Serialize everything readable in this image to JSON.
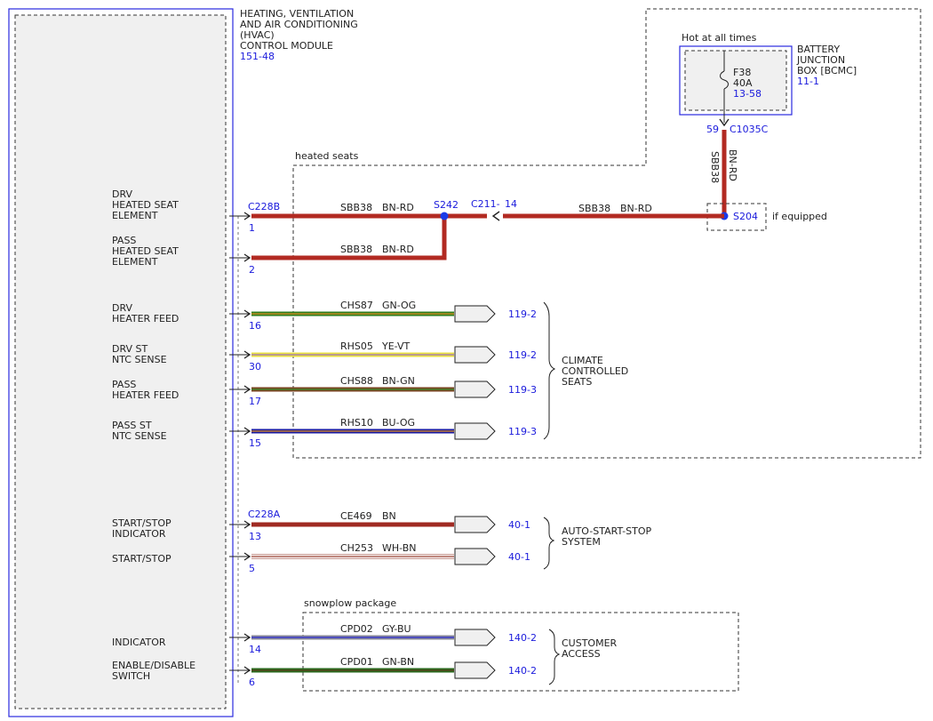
{
  "module": {
    "title_lines": [
      "HEATING, VENTILATION",
      "AND AIR CONDITIONING",
      "(HVAC)",
      "CONTROL MODULE"
    ],
    "ref": "151-48"
  },
  "battery_box": {
    "hot_label": "Hot at all times",
    "name_lines": [
      "BATTERY",
      "JUNCTION",
      "BOX [BCMC]"
    ],
    "ref": "11-1",
    "fuse_name": "F38",
    "fuse_rating": "40A",
    "fuse_ref": "13-58",
    "pin": "59",
    "connector": "C1035C"
  },
  "heated_seats_label": "heated seats",
  "splice_s204": {
    "label": "S204",
    "note": "if equipped"
  },
  "splice_s242": {
    "label": "S242"
  },
  "inline_connector": {
    "label": "C211-",
    "pin": "14"
  },
  "vertical_wire": {
    "circuit": "SBB38",
    "color": "BN-RD"
  },
  "top_wire": {
    "circuit": "SBB38",
    "color": "BN-RD"
  },
  "connectors": {
    "c228b": "C228B",
    "c228a": "C228A"
  },
  "pins": [
    {
      "label_lines": [
        "DRV",
        "HEATED SEAT",
        "ELEMENT"
      ],
      "pin": "1",
      "circuit": "SBB38",
      "color": "BN-RD",
      "wire_hex": "#b22a22",
      "stripe_hex": "#b22a22"
    },
    {
      "label_lines": [
        "PASS",
        "HEATED SEAT",
        "ELEMENT"
      ],
      "pin": "2",
      "circuit": "SBB38",
      "color": "BN-RD",
      "wire_hex": "#b22a22",
      "stripe_hex": "#b22a22"
    },
    {
      "label_lines": [
        "DRV",
        "HEATER FEED"
      ],
      "pin": "16",
      "circuit": "CHS87",
      "color": "GN-OG",
      "ref": "119-2",
      "wire_hex": "#2e7d1e",
      "stripe_hex": "#e09020"
    },
    {
      "label_lines": [
        "DRV ST",
        "NTC SENSE"
      ],
      "pin": "30",
      "circuit": "RHS05",
      "color": "YE-VT",
      "ref": "119-2",
      "wire_hex": "#e8e040",
      "stripe_hex": "#a070c0"
    },
    {
      "label_lines": [
        "PASS",
        "HEATER FEED"
      ],
      "pin": "17",
      "circuit": "CHS88",
      "color": "BN-GN",
      "ref": "119-3",
      "wire_hex": "#7a4422",
      "stripe_hex": "#3a8a2a"
    },
    {
      "label_lines": [
        "PASS ST",
        "NTC SENSE"
      ],
      "pin": "15",
      "circuit": "RHS10",
      "color": "BU-OG",
      "ref": "119-3",
      "wire_hex": "#1a1aa0",
      "stripe_hex": "#e09020"
    },
    {
      "label_lines": [
        "START/STOP",
        "INDICATOR"
      ],
      "pin": "13",
      "circuit": "CE469",
      "color": "BN",
      "ref": "40-1",
      "wire_hex": "#a02a22",
      "stripe_hex": "#a02a22"
    },
    {
      "label_lines": [
        "START/STOP"
      ],
      "pin": "5",
      "circuit": "CH253",
      "color": "WH-BN",
      "ref": "40-1",
      "wire_hex": "#f4eaea",
      "stripe_hex": "#a05040"
    },
    {
      "label_lines": [
        "INDICATOR"
      ],
      "pin": "14",
      "circuit": "CPD02",
      "color": "GY-BU",
      "ref": "140-2",
      "wire_hex": "#8a8a9a",
      "stripe_hex": "#2a2ad0"
    },
    {
      "label_lines": [
        "ENABLE/DISABLE",
        "SWITCH"
      ],
      "pin": "6",
      "circuit": "CPD01",
      "color": "GN-BN",
      "ref": "140-2",
      "wire_hex": "#2a6a1e",
      "stripe_hex": "#5a3a1a"
    }
  ],
  "groups": [
    {
      "label_lines": [
        "CLIMATE",
        "CONTROLLED",
        "SEATS"
      ]
    },
    {
      "label_lines": [
        "AUTO-START-STOP",
        "SYSTEM"
      ]
    },
    {
      "label_lines": [
        "CUSTOMER",
        "ACCESS"
      ]
    }
  ],
  "snowplow_label": "snowplow package",
  "colors": {
    "ref_blue": "#1a1adc",
    "splice_blue": "#1a3ae8",
    "module_fill": "#f0f0f0"
  }
}
